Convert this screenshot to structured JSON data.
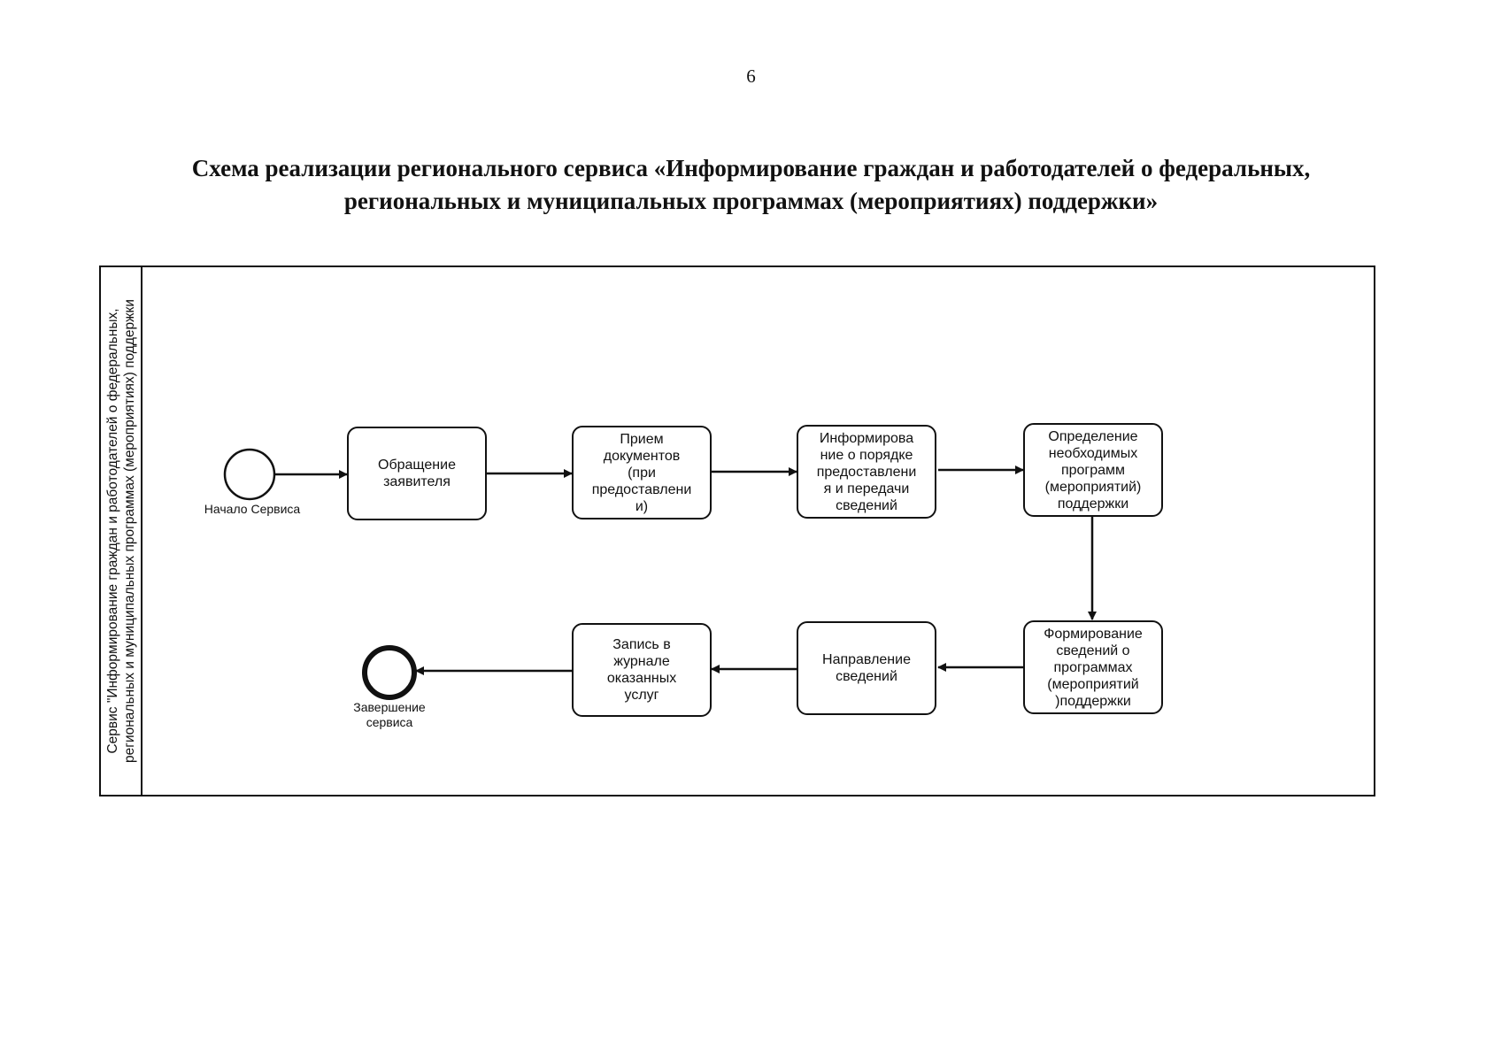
{
  "page_number": "6",
  "title": {
    "line1": "Схема реализации регионального сервиса «Информирование граждан и работодателей о федеральных,",
    "line2": "региональных и муниципальных программах (мероприятиях) поддержки»"
  },
  "lane": {
    "line1": "Сервис \"Информирование граждан и работодателей о федеральных,",
    "line2": "региональных и муниципальных  программах (мероприятиях) поддержки"
  },
  "start_event": {
    "label": "Начало Сервиса"
  },
  "end_event": {
    "label": "Завершение\nсервиса"
  },
  "tasks": [
    {
      "id": "t1",
      "label": "Обращение\nзаявителя"
    },
    {
      "id": "t2",
      "label": "Прием\nдокументов\n(при\nпредоставлени\nи)"
    },
    {
      "id": "t3",
      "label": "Информирова\nние о порядке\nпредоставлени\nя и передачи\nсведений"
    },
    {
      "id": "t4",
      "label": "Определение\nнеобходимых\nпрограмм\n(мероприятий)\nподдержки"
    },
    {
      "id": "t5",
      "label": "Формирование\nсведений о\nпрограммах\n(мероприятий\n)поддержки"
    },
    {
      "id": "t6",
      "label": "Направление\nсведений"
    },
    {
      "id": "t7",
      "label": "Запись в\nжурнале\nоказанных\nуслуг"
    }
  ]
}
